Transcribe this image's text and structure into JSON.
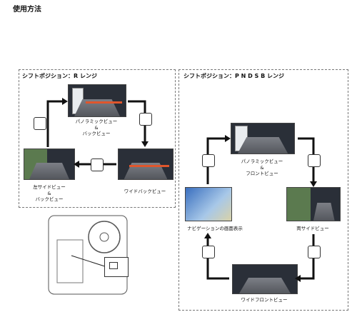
{
  "header": {
    "title": "使用方法"
  },
  "intro": {
    "lines": [
      "",
      "",
      "",
      ""
    ]
  },
  "panel_r": {
    "title": "シフトポジション：R レンジ",
    "captions": {
      "top": [
        "パノラミックビュー",
        "&",
        "バックビュー"
      ],
      "right": [
        "ワイドバックビュー"
      ],
      "left": [
        "左サイドビュー",
        "&",
        "バックビュー"
      ]
    }
  },
  "panel_p": {
    "title": "シフトポジション：P N D S B レンジ",
    "notes": [
      "",
      "",
      "",
      "",
      ""
    ],
    "captions": {
      "top": [
        "パノラミックビュー",
        "&",
        "フロントビュー"
      ],
      "left": [
        "ナビゲーションの画面表示"
      ],
      "right": [
        "両サイドビュー"
      ],
      "bottom": [
        "ワイドフロントビュー"
      ]
    }
  },
  "colors": {
    "arrow": "#111111",
    "guide": "#e0562c",
    "border": "#777777"
  }
}
